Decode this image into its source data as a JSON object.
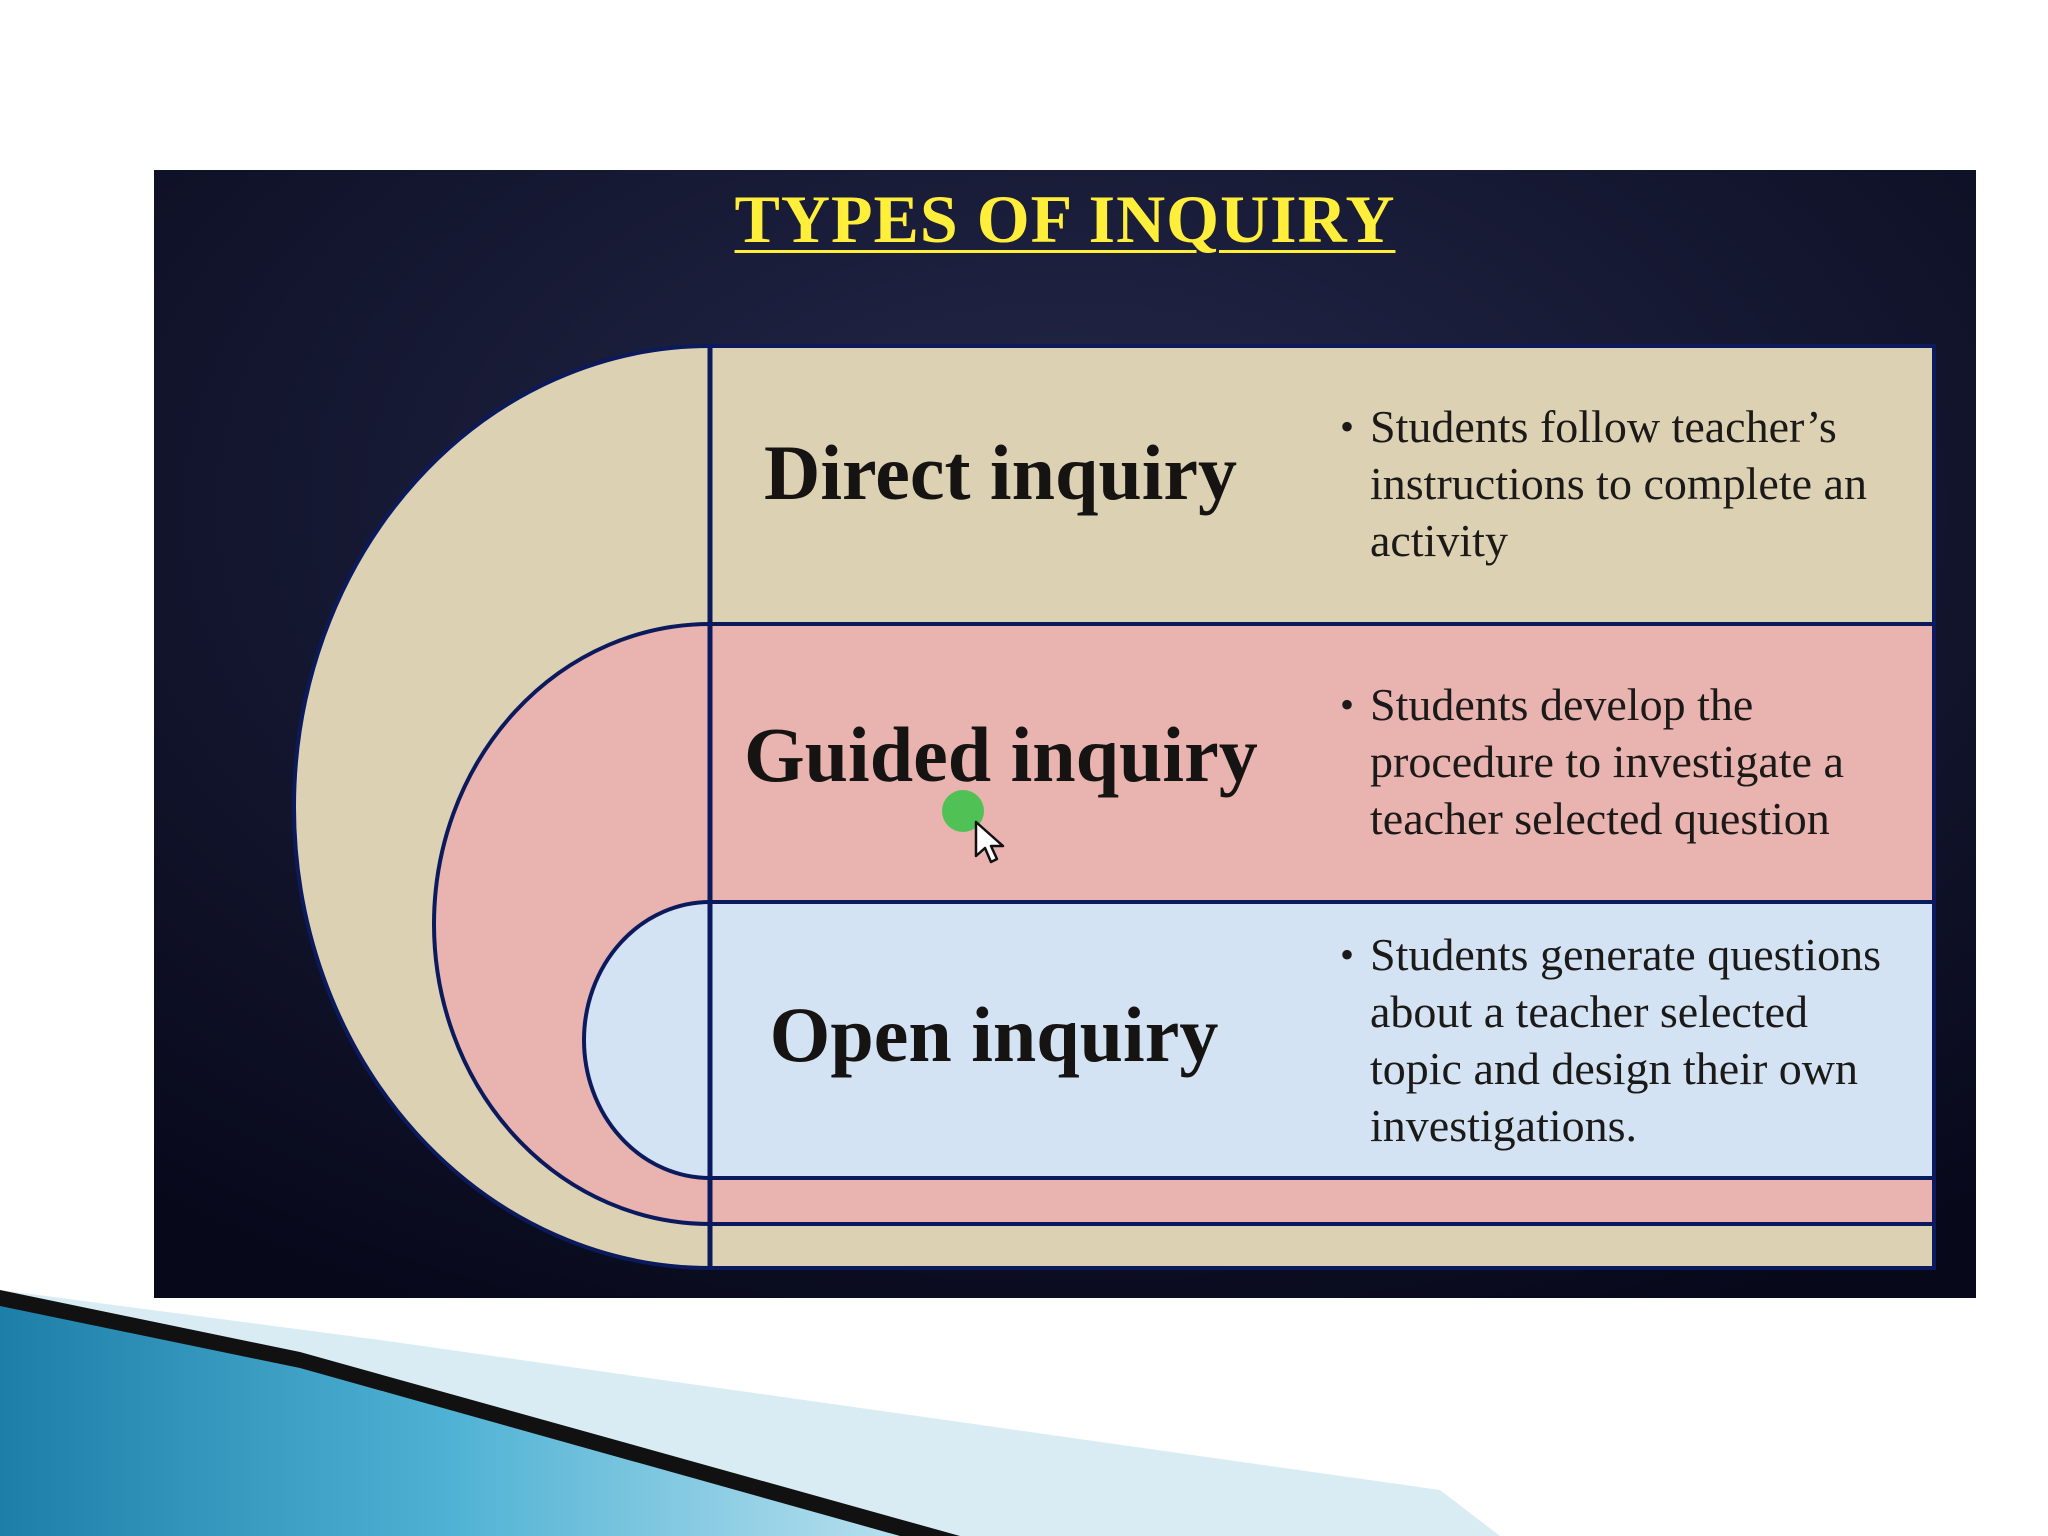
{
  "diagram": {
    "title": "TYPES OF INQUIRY",
    "levels": [
      {
        "label": "Direct inquiry",
        "description": "Students follow teacher’s instructions to complete an activity",
        "color": "#ddd1b4"
      },
      {
        "label": "Guided inquiry",
        "description": "Students develop the procedure to investigate a teacher selected question",
        "color": "#e9b3b0"
      },
      {
        "label": "Open inquiry",
        "description": "Students generate questions about a teacher selected topic and design their own investigations.",
        "color": "#d3e3f3"
      }
    ]
  },
  "colors": {
    "panel_background": "#0c0d1c",
    "title": "#ffef3a",
    "outline": "#0b1a5c"
  },
  "icons": [
    "bullet-icon",
    "mouse-pointer-icon",
    "cursor-highlight-icon"
  ]
}
